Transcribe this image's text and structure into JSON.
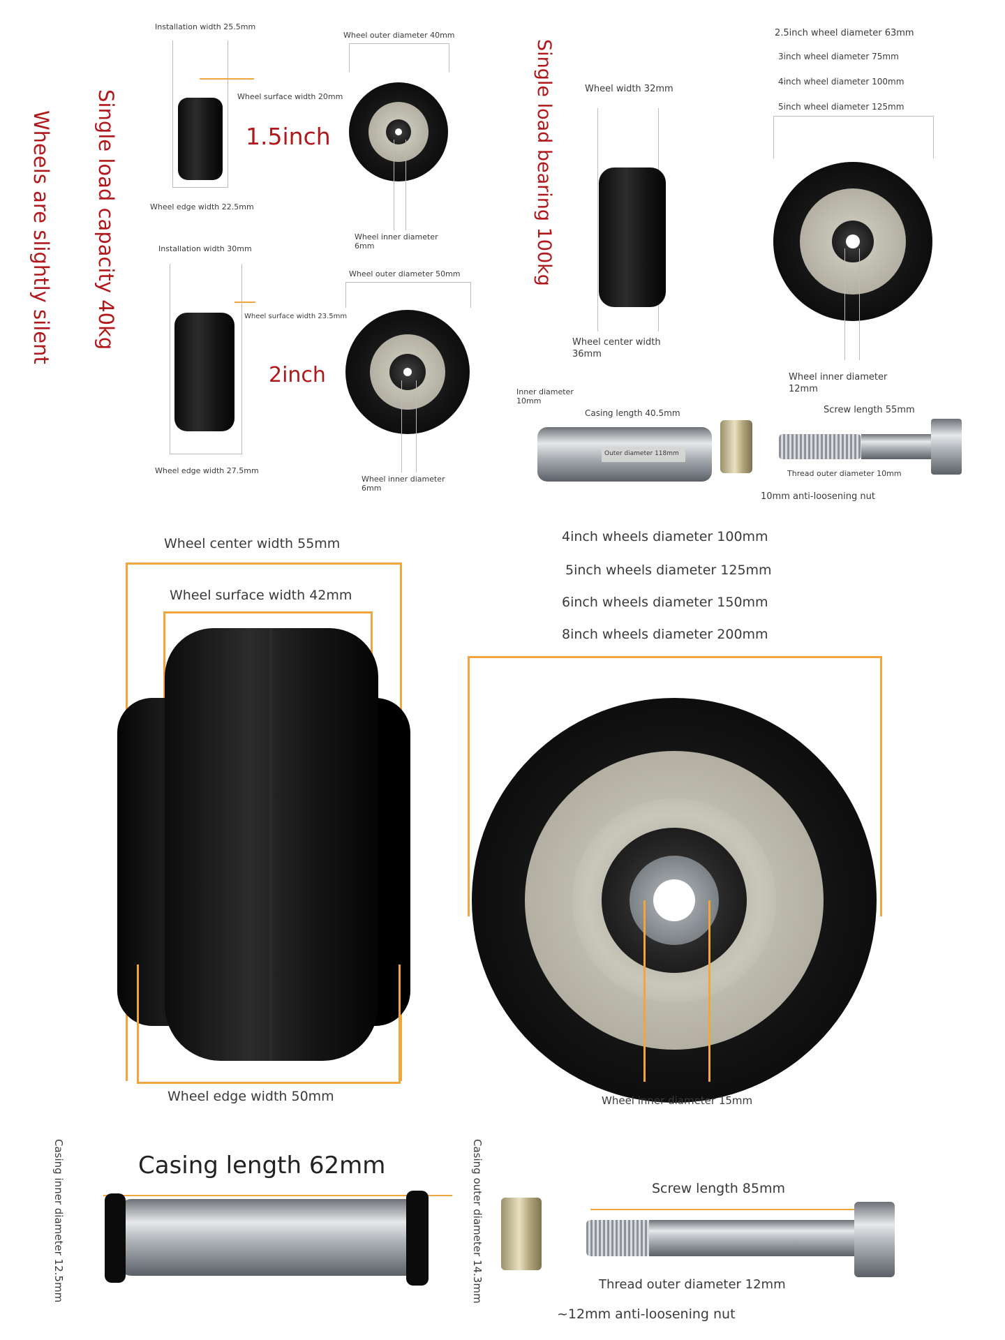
{
  "left_vertical": {
    "silent": "Wheels are slightly silent",
    "capacity": "Single load capacity 40kg"
  },
  "section1_5": {
    "size_label": "1.5inch",
    "installation_width": "Installation width 25.5mm",
    "wheel_surface_width": "Wheel surface width 20mm",
    "wheel_edge_width": "Wheel edge width 22.5mm",
    "outer_diameter": "Wheel outer diameter 40mm",
    "inner_diameter": "Wheel inner diameter\n6mm"
  },
  "section2": {
    "size_label": "2inch",
    "installation_width": "Installation width 30mm",
    "wheel_surface_width": "Wheel surface width 23.5mm",
    "wheel_edge_width": "Wheel edge width 27.5mm",
    "outer_diameter": "Wheel outer diameter 50mm",
    "inner_diameter": "Wheel inner diameter\n6mm"
  },
  "top_right": {
    "bearing_vertical": "Single load bearing 100kg",
    "wheel_width": "Wheel width 32mm",
    "center_width": "Wheel center width\n36mm",
    "diameters": [
      "2.5inch wheel diameter 63mm",
      "3inch wheel diameter 75mm",
      "4inch wheel diameter 100mm",
      "5inch wheel diameter 125mm"
    ],
    "inner_diameter": "Wheel inner diameter\n12mm",
    "casing_inner": "Inner diameter\n10mm",
    "casing_length": "Casing length 40.5mm",
    "casing_outer": "Outer diameter 118mm",
    "screw_length": "Screw length 55mm",
    "thread_outer": "Thread outer diameter 10mm",
    "nut": "10mm anti-loosening nut"
  },
  "middle": {
    "center_width": "Wheel center width 55mm",
    "surface_width": "Wheel surface width 42mm",
    "edge_width": "Wheel edge width 50mm",
    "diameters": [
      "4inch wheels diameter 100mm",
      "5inch wheels diameter 125mm",
      "6inch wheels diameter 150mm",
      "8inch wheels diameter 200mm"
    ],
    "inner_diameter": "Wheel inner diameter 15mm"
  },
  "bottom": {
    "casing_inner_vertical": "Casing inner diameter 12.5mm",
    "casing_length": "Casing length 62mm",
    "casing_outer_vertical": "Casing outer diameter 14.3mm",
    "screw_length": "Screw length 85mm",
    "thread_outer": "Thread outer diameter 12mm",
    "nut": "~12mm anti-loosening nut"
  },
  "colors": {
    "accent_red": "#b0181b",
    "dimension_orange": "#f2a53a"
  }
}
